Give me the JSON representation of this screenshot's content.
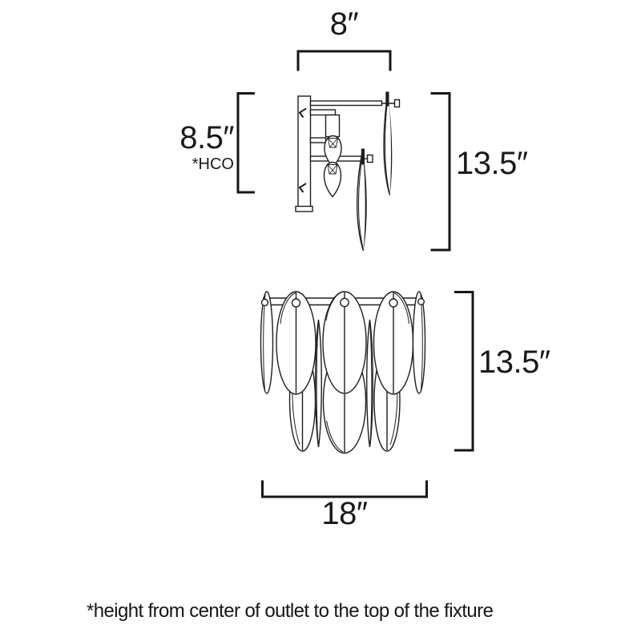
{
  "page": {
    "background_color": "#ffffff",
    "line_color": "#1e1e1e",
    "text_color": "#1a1a1a"
  },
  "dimensions": {
    "top_width": {
      "value": "8″"
    },
    "height_center_outlet": {
      "value": "8.5″",
      "note": "*HCO"
    },
    "side_view_height": {
      "value": "13.5″"
    },
    "front_view_height": {
      "value": "13.5″"
    },
    "front_width": {
      "value": "18″"
    }
  },
  "footnote": {
    "text": "*height from center of outlet to the top of the fixture"
  }
}
